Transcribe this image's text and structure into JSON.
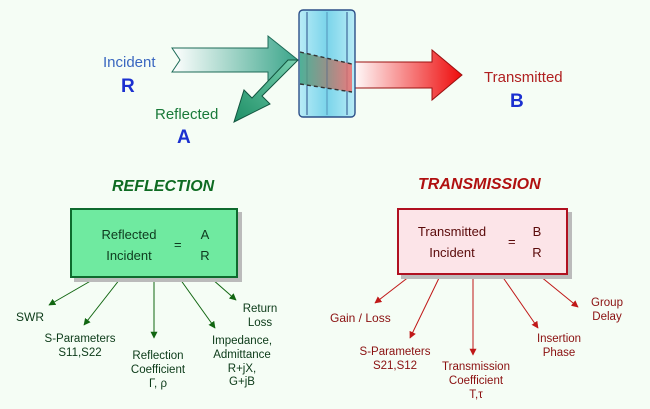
{
  "diagram": {
    "top": {
      "incident_label": "Incident",
      "incident_symbol": "R",
      "reflected_label": "Reflected",
      "reflected_symbol": "A",
      "transmitted_label": "Transmitted",
      "transmitted_symbol": "B"
    },
    "reflection": {
      "title": "REFLECTION",
      "numerator": "Reflected",
      "denominator": "Incident",
      "equals": "=",
      "sym_num": "A",
      "sym_den": "R",
      "params": {
        "swr": "SWR",
        "sparams_line1": "S-Parameters",
        "sparams_line2": "S11,S22",
        "refl_coeff_line1": "Reflection",
        "refl_coeff_line2": "Coefficient",
        "refl_coeff_line3": "Γ, ρ",
        "impedance_line1": "Impedance,",
        "impedance_line2": "Admittance",
        "impedance_line3": "R+jX,",
        "impedance_line4": "G+jB",
        "return_loss_line1": "Return",
        "return_loss_line2": "Loss"
      }
    },
    "transmission": {
      "title": "TRANSMISSION",
      "numerator": "Transmitted",
      "denominator": "Incident",
      "equals": "=",
      "sym_num": "B",
      "sym_den": "R",
      "params": {
        "gain_loss": "Gain / Loss",
        "sparams_line1": "S-Parameters",
        "sparams_line2": "S21,S12",
        "trans_coeff_line1": "Transmission",
        "trans_coeff_line2": "Coefficient",
        "trans_coeff_line3": "T,τ",
        "insertion_line1": "Insertion",
        "insertion_line2": "Phase",
        "group_delay_line1": "Group",
        "group_delay_line2": "Delay"
      }
    }
  },
  "colors": {
    "reflection_green": "#116611",
    "transmission_red": "#a01818",
    "symbol_blue": "#1b30d0"
  }
}
